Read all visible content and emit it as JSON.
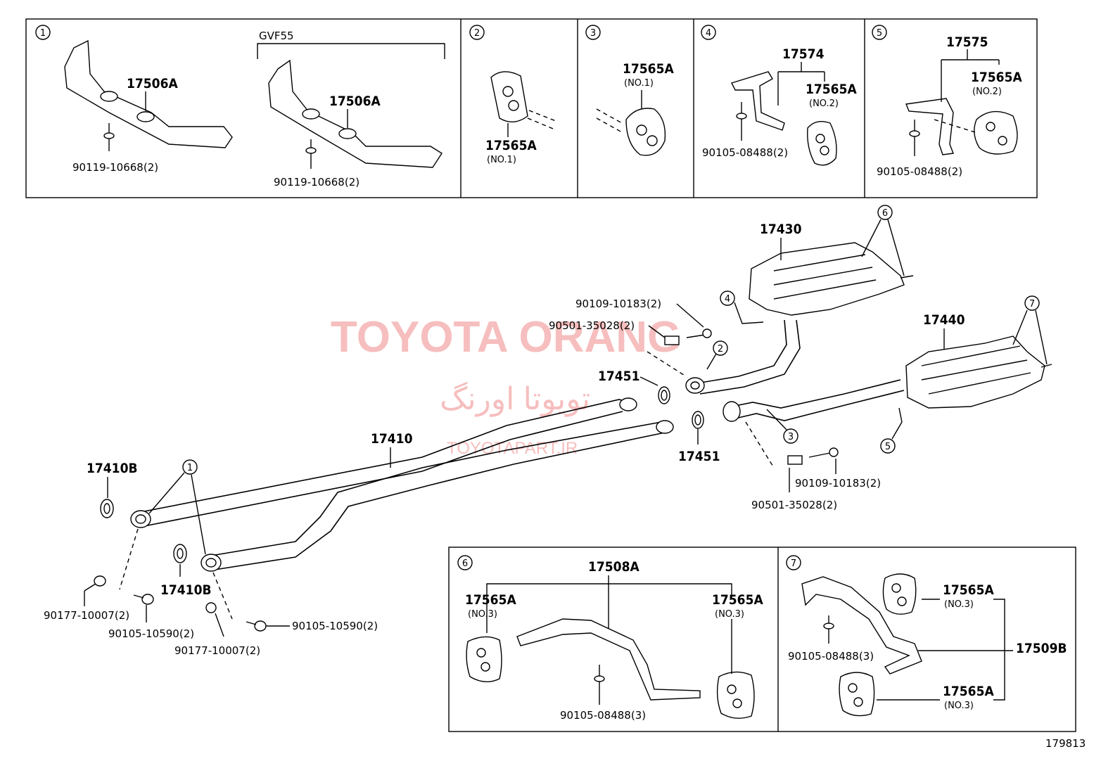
{
  "watermark": {
    "title": "TOYOTA ORANG",
    "persian": "تویوتا اورنگ",
    "site": "TOYOTAPART.IR"
  },
  "diagram_id": "179813",
  "panels": {
    "p1": {
      "num": "1",
      "variant": "GVF55",
      "part_a": "17506A",
      "part_b": "17506A",
      "bolt_a": "90119-10668(2)",
      "bolt_b": "90119-10668(2)"
    },
    "p2": {
      "num": "2",
      "part": "17565A",
      "sub": "(NO.1)"
    },
    "p3": {
      "num": "3",
      "part": "17565A",
      "sub": "(NO.1)"
    },
    "p4": {
      "num": "4",
      "part_a": "17574",
      "part_b": "17565A",
      "sub": "(NO.2)",
      "bolt": "90105-08488(2)"
    },
    "p5": {
      "num": "5",
      "part_a": "17575",
      "part_b": "17565A",
      "sub": "(NO.2)",
      "bolt": "90105-08488(2)"
    },
    "p6": {
      "num": "6",
      "part_a": "17508A",
      "part_left": "17565A",
      "sub_left": "(NO.3)",
      "part_right": "17565A",
      "sub_right": "(NO.3)",
      "bolt": "90105-08488(3)"
    },
    "p7": {
      "num": "7",
      "part_a": "17509B",
      "part_top": "17565A",
      "sub_top": "(NO.3)",
      "part_bot": "17565A",
      "sub_bot": "(NO.3)",
      "bolt": "90105-08488(3)"
    }
  },
  "main": {
    "p17430": "17430",
    "p17440": "17440",
    "p17410": "17410",
    "p17410B_a": "17410B",
    "p17410B_b": "17410B",
    "p17451_a": "17451",
    "p17451_b": "17451",
    "bolt_upper_a": "90109-10183(2)",
    "spring_upper": "90501-35028(2)",
    "bolt_lower": "90109-10183(2)",
    "spring_lower": "90501-35028(2)",
    "nut_left": "90177-10007(2)",
    "bolt_left": "90105-10590(2)",
    "nut_right": "90177-10007(2)",
    "bolt_right": "90105-10590(2)",
    "callouts": {
      "c1": "1",
      "c2": "2",
      "c3": "3",
      "c4": "4",
      "c5": "5",
      "c6": "6",
      "c7": "7"
    }
  }
}
